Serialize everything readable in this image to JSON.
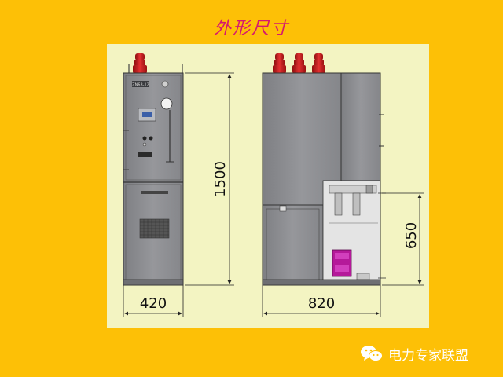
{
  "title": "外形尺寸",
  "colors": {
    "background": "#FDC006",
    "panel": "#F3F4C2",
    "title": "#D6186F",
    "cabinet": "#8E8F93",
    "cabinet_dark": "#6E6F73",
    "insulator_red": "#D62020",
    "component_magenta": "#B5199A"
  },
  "front_view": {
    "nameplate": "ZN63-12",
    "height_label": "1500",
    "width_label": "420"
  },
  "side_view": {
    "lower_height_label": "650",
    "width_label": "820"
  },
  "watermark": {
    "icon": "wechat-icon",
    "text": "电力专家联盟"
  }
}
